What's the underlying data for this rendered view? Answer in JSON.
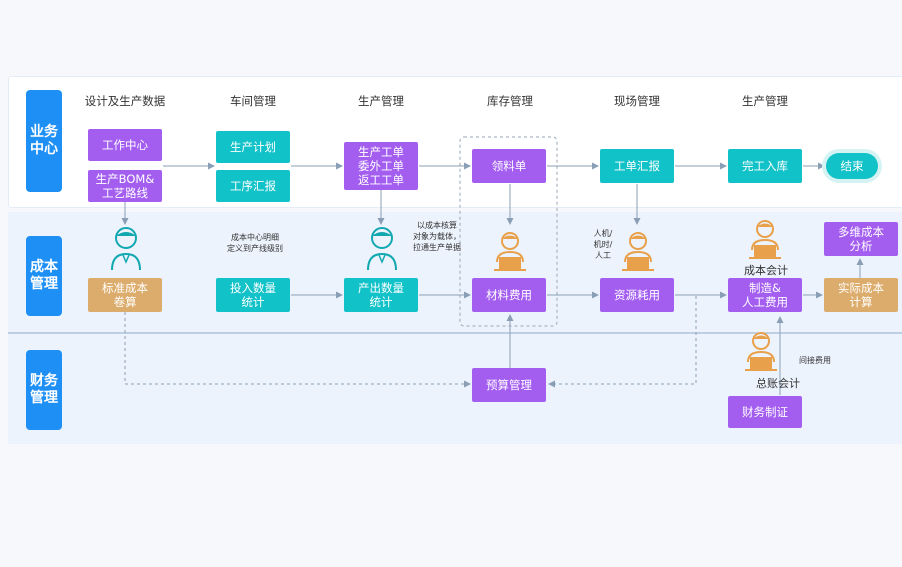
{
  "lanes": {
    "business": "业务中心",
    "cost": "成本管理",
    "finance": "财务管理"
  },
  "columns": [
    "设计及生产数据",
    "车间管理",
    "生产管理",
    "库存管理",
    "现场管理",
    "生产管理"
  ],
  "nodes": {
    "work_center": "工作中心",
    "bom": "生产BOM&\n工艺路线",
    "prod_plan": "生产计划",
    "proc_report": "工序汇报",
    "work_orders": "生产工单\n委外工单\n返工工单",
    "pick_list": "领料单",
    "job_report": "工单汇报",
    "finish_store": "完工入库",
    "end": "结束",
    "std_cost": "标准成本\n卷算",
    "input_qty": "投入数量\n统计",
    "output_qty": "产出数量\n统计",
    "material_cost": "材料费用",
    "resource_use": "资源耗用",
    "mfg_labor": "制造&\n人工费用",
    "actual_cost": "实际成本\n计算",
    "multi_analysis": "多维成本\n分析",
    "budget": "预算管理",
    "voucher": "财务制证"
  },
  "notes": {
    "cost_center": "成本中心明细\n定义到产线级别",
    "cost_object": "以成本核算\n对象为载体，\n拉通生产单据",
    "resources": "人机/\n机时/\n人工",
    "indirect": "间接费用"
  },
  "roles": {
    "cost_accountant": "成本会计",
    "gl_accountant": "总账会计"
  },
  "colors": {
    "lane_label": "#1e8ff5",
    "purple": "#a35ef0",
    "teal": "#11c2c8",
    "tan": "#dcac6c",
    "arrow": "#8a9fb5"
  }
}
